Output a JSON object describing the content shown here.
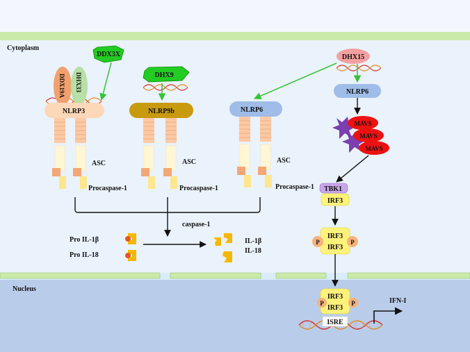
{
  "regions": {
    "cytoplasm": "Cytoplasm",
    "nucleus": "Nucleus"
  },
  "left_pathway": {
    "ddx3x": "DDX3X",
    "ddx19a": "DDX19A",
    "dhx33": "DHX33",
    "nlrp3": "NLRP3",
    "dhx9": "DHX9",
    "nlrp9b": "NLRP9b",
    "nlrp6": "NLRP6",
    "asc": "ASC",
    "procaspase": "Procaspase-1",
    "caspase": "caspase-1",
    "pro_il1b": "Pro IL-1β",
    "pro_il18": "Pro IL-18",
    "il1b": "IL-1β",
    "il18": "IL-18"
  },
  "right_pathway": {
    "dhx15": "DHX15",
    "nlrp6": "NLRP6",
    "mavs": "MAVS",
    "tbk1": "TBK1",
    "irf3": "IRF3",
    "p": "P",
    "isre": "ISRE",
    "ifn": "IFN-I",
    "procaspase": "Procaspase-1"
  },
  "colors": {
    "membrane": "#c9eaa8",
    "helicase_green": "#22cc22",
    "arrow_green": "#35c435",
    "nlrp3": "#fdd8b8",
    "nlrp9b": "#c89a0e",
    "nlrp6": "#9fbde8",
    "mavs": "#ee1111",
    "irf3": "#fff27a",
    "tbk1": "#c9a6e8"
  }
}
